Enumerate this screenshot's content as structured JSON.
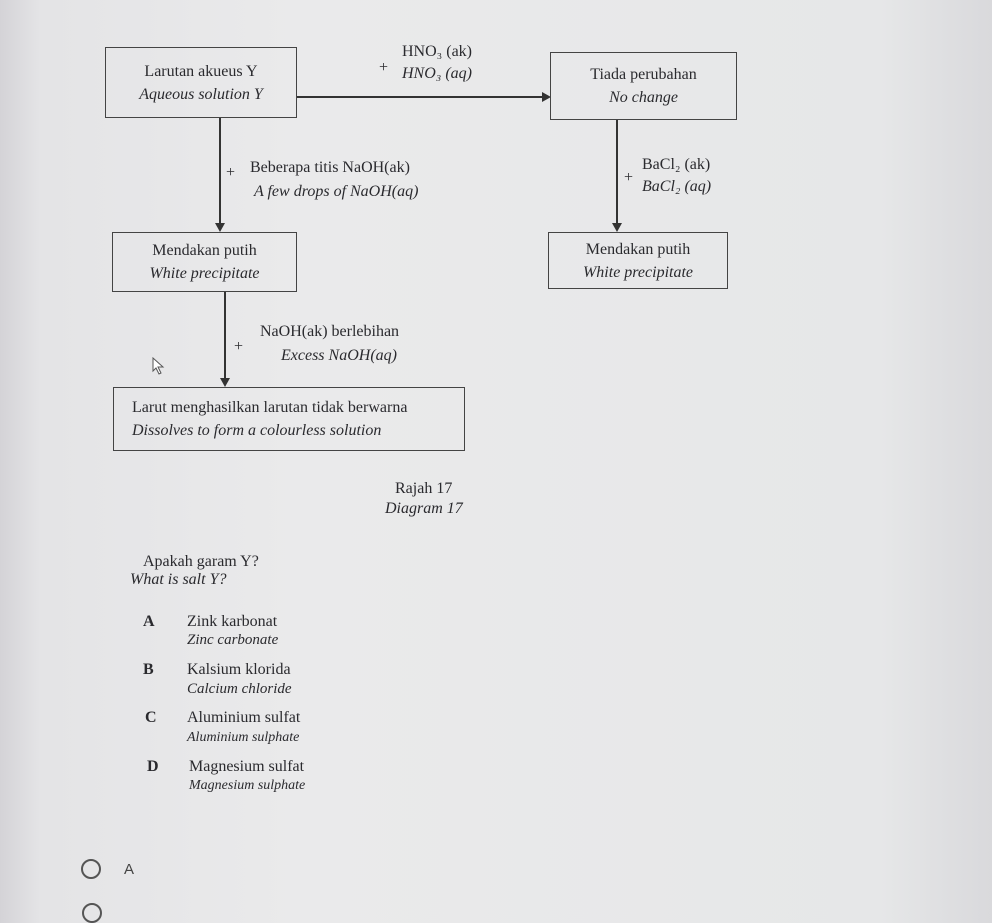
{
  "diagram": {
    "box1": {
      "ms": "Larutan akueus Y",
      "en": "Aqueous solution Y"
    },
    "reagent1": {
      "ms": "HNO₃ (ak)",
      "en": "HNO₃ (aq)"
    },
    "box2": {
      "ms": "Tiada perubahan",
      "en": "No change"
    },
    "reagent2": {
      "ms": "Beberapa titis NaOH(ak)",
      "en": "A few drops of NaOH(aq)"
    },
    "reagent3": {
      "ms": "BaCl₂ (ak)",
      "en": "BaCl₂ (aq)"
    },
    "box3": {
      "ms": "Mendakan putih",
      "en": "White precipitate"
    },
    "box4": {
      "ms": "Mendakan putih",
      "en": "White precipitate"
    },
    "reagent4": {
      "ms": "NaOH(ak) berlebihan",
      "en": "Excess NaOH(aq)"
    },
    "box5": {
      "ms": "Larut menghasilkan larutan tidak berwarna",
      "en": "Dissolves to form a colourless solution"
    },
    "plus": "+",
    "caption": {
      "ms": "Rajah 17",
      "en": "Diagram 17"
    }
  },
  "question": {
    "ms": "Apakah garam Y?",
    "en": "What is salt Y?"
  },
  "options": [
    {
      "letter": "A",
      "ms": "Zink karbonat",
      "en": "Zinc carbonate"
    },
    {
      "letter": "B",
      "ms": "Kalsium klorida",
      "en": "Calcium chloride"
    },
    {
      "letter": "C",
      "ms": "Aluminium sulfat",
      "en": "Aluminium sulphate"
    },
    {
      "letter": "D",
      "ms": "Magnesium sulfat",
      "en": "Magnesium sulphate"
    }
  ],
  "answers": [
    {
      "label": "A"
    }
  ]
}
